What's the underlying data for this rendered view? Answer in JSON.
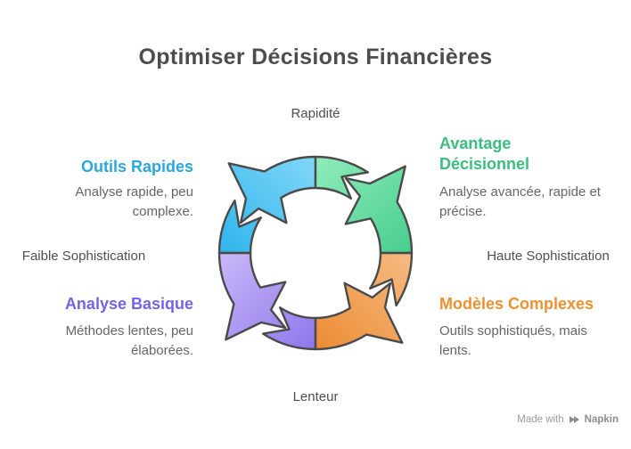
{
  "title": "Optimiser Décisions Financières",
  "axes": {
    "top": "Rapidité",
    "bottom": "Lenteur",
    "left": "Faible Sophistication",
    "right": "Haute Sophistication"
  },
  "quadrants": [
    {
      "id": "top-left",
      "heading": "Outils Rapides",
      "description": "Analyse rapide, peu complexe.",
      "heading_color": "#2AA7DE",
      "arc_light": "#82D7F8",
      "arc_dark": "#2FB4EC"
    },
    {
      "id": "top-right",
      "heading": "Avantage Décisionnel",
      "description": "Analyse avancée, rapide et précise.",
      "heading_color": "#3ABD7E",
      "arc_light": "#8FECBB",
      "arc_dark": "#47CE8E"
    },
    {
      "id": "bottom-left",
      "heading": "Analyse Basique",
      "description": "Méthodes lentes, peu élaborées.",
      "heading_color": "#7463E8",
      "arc_light": "#C9B9F8",
      "arc_dark": "#8F75ED"
    },
    {
      "id": "bottom-right",
      "heading": "Modèles Complexes",
      "description": "Outils sophistiqués, mais lents.",
      "heading_color": "#EE9030",
      "arc_light": "#F6BB84",
      "arc_dark": "#EC8C33"
    }
  ],
  "footer": {
    "made_with": "Made with",
    "brand": "Napkin"
  },
  "styles": {
    "outline": "#4A4A4A",
    "title_color": "#4D4D4D",
    "axis_color": "#4F4F4F",
    "body_color": "#666666",
    "footer_color": "#9A9A9A"
  }
}
